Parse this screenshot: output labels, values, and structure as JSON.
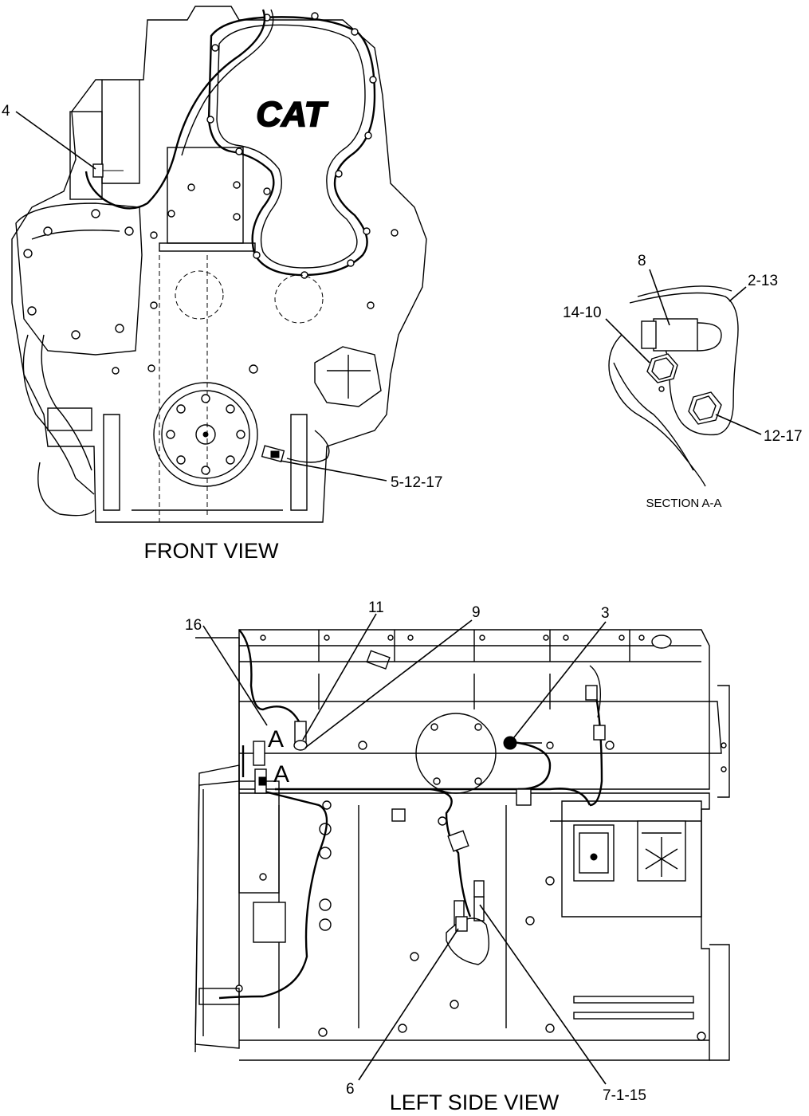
{
  "views": {
    "front": {
      "title": "FRONT VIEW"
    },
    "section": {
      "title": "SECTION A-A"
    },
    "left": {
      "title": "LEFT SIDE VIEW"
    }
  },
  "logo": {
    "text": "CAT"
  },
  "section_marks": {
    "upper": "A",
    "lower": "A"
  },
  "callouts": {
    "c4": "4",
    "c5_12_17": "5-12-17",
    "c8": "8",
    "c2_13": "2-13",
    "c14_10": "14-10",
    "c12_17": "12-17",
    "c16": "16",
    "c11": "11",
    "c9": "9",
    "c3": "3",
    "c6": "6",
    "c7_1_15": "7-1-15"
  }
}
